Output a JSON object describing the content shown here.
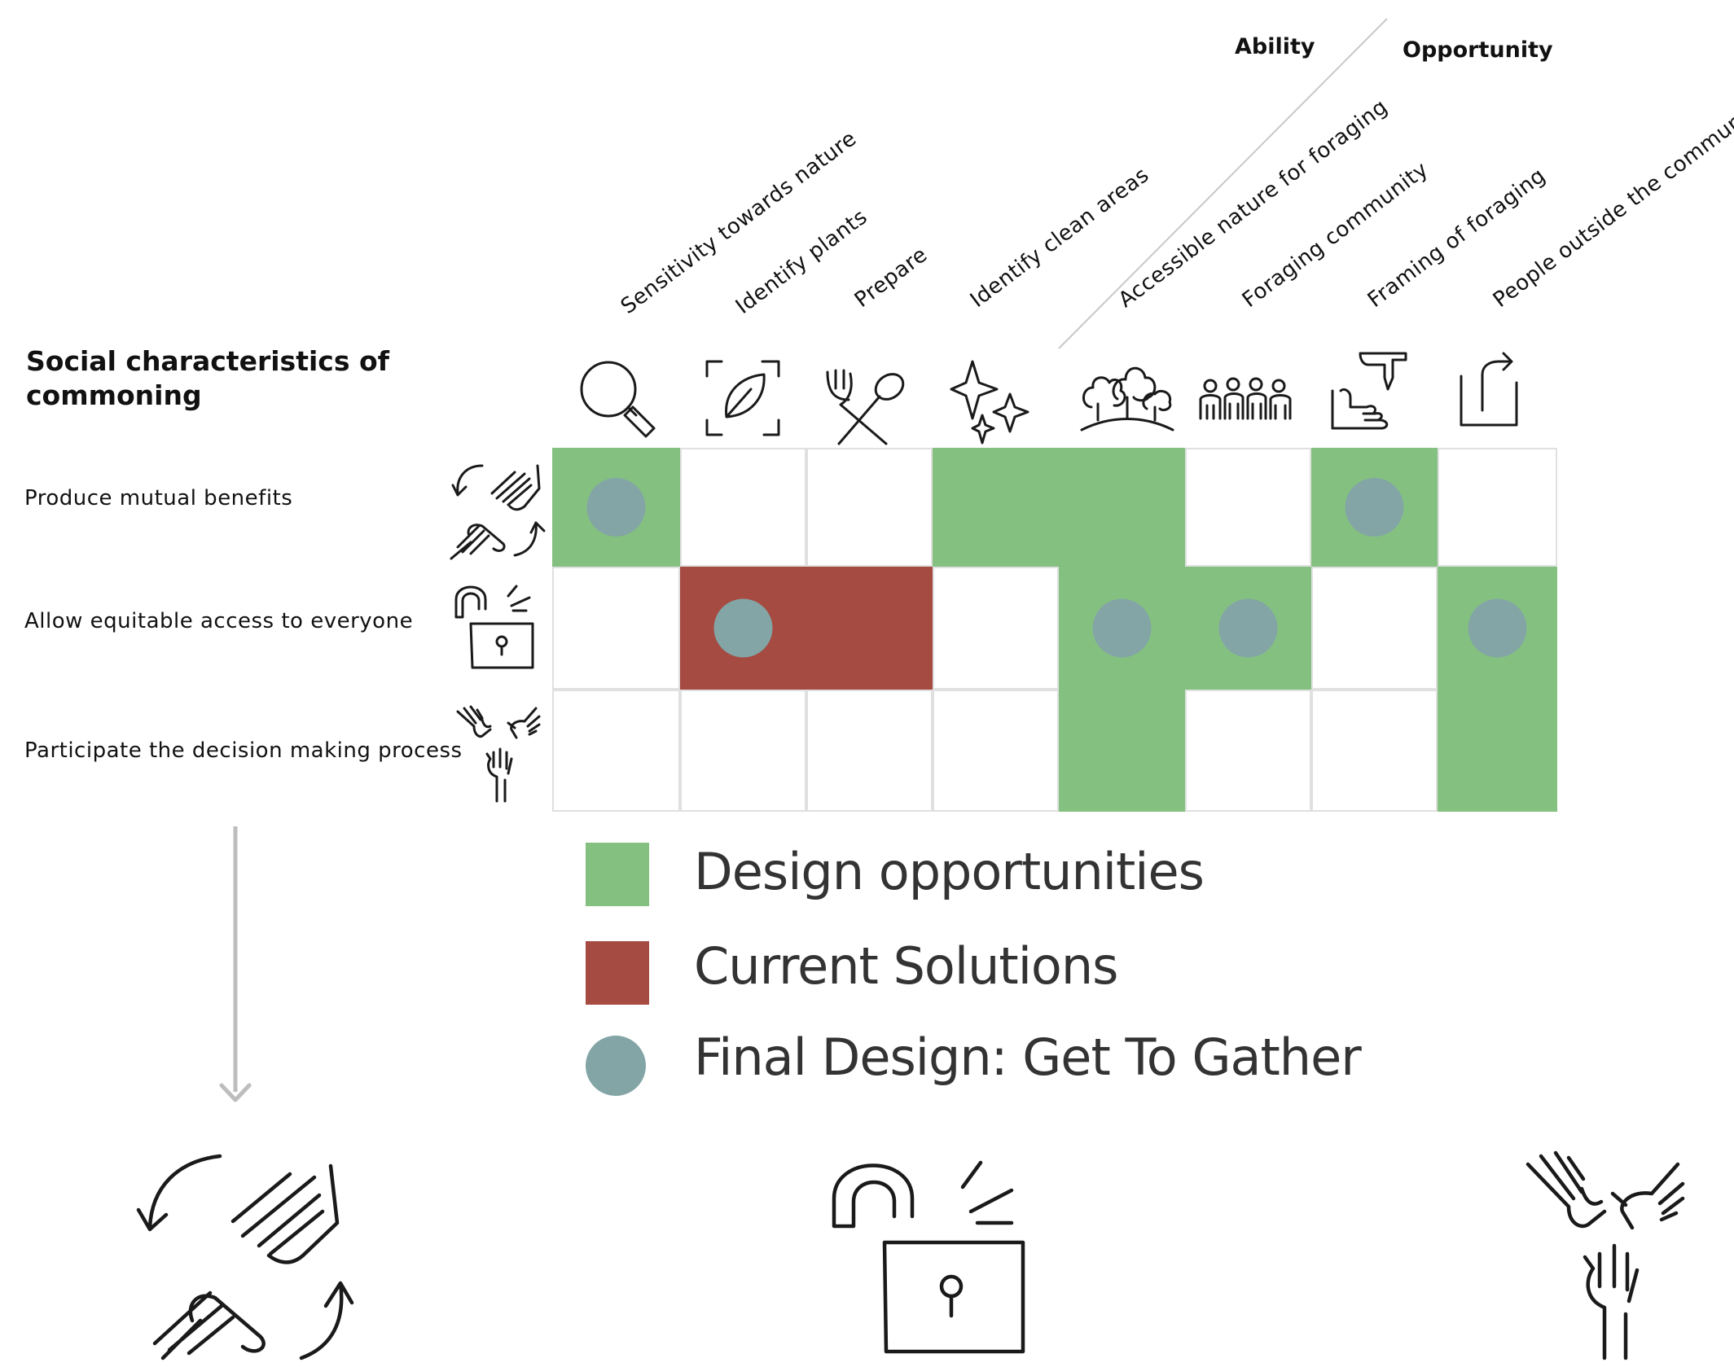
{
  "categories": {
    "ability": "Ability",
    "opportunity": "Opportunity"
  },
  "title": "Social characteristics of commoning",
  "columns": [
    {
      "label": "Sensitivity towards nature",
      "icon": "magnifier-icon"
    },
    {
      "label": "Identify plants",
      "icon": "leaf-scan-icon"
    },
    {
      "label": "Prepare",
      "icon": "fork-spoon-icon"
    },
    {
      "label": "Identify clean areas",
      "icon": "sparkles-icon"
    },
    {
      "label": "Accessible nature for foraging",
      "icon": "trees-icon"
    },
    {
      "label": "Foraging community",
      "icon": "people-group-icon"
    },
    {
      "label": "Framing of foraging",
      "icon": "hands-frame-icon"
    },
    {
      "label": "People outside the community",
      "icon": "share-icon"
    }
  ],
  "rows": [
    {
      "label": "Produce mutual benefits",
      "icon": "exchange-hands-icon"
    },
    {
      "label": "Allow equitable access to everyone",
      "icon": "open-lock-icon"
    },
    {
      "label": "Participate the decision making process",
      "icon": "three-hands-icon"
    }
  ],
  "matrix": [
    [
      "green",
      "white",
      "white",
      "green",
      "green",
      "white",
      "green",
      "white"
    ],
    [
      "white",
      "red",
      "red",
      "white",
      "green",
      "green",
      "white",
      "green"
    ],
    [
      "white",
      "white",
      "white",
      "white",
      "green",
      "white",
      "white",
      "green"
    ]
  ],
  "final_design_cells": [
    [
      0,
      0
    ],
    [
      0,
      6
    ],
    [
      1,
      1
    ],
    [
      1,
      4
    ],
    [
      1,
      5
    ],
    [
      1,
      7
    ]
  ],
  "legend": {
    "design_opportunities": "Design opportunities",
    "current_solutions": "Current Solutions",
    "final_design": "Final Design: Get To Gather"
  },
  "colors": {
    "green": "#84c180",
    "red": "#a54b42",
    "dot": "#83a5a6",
    "grid": "#e0e0e0",
    "arrow": "#bdbdbd"
  }
}
